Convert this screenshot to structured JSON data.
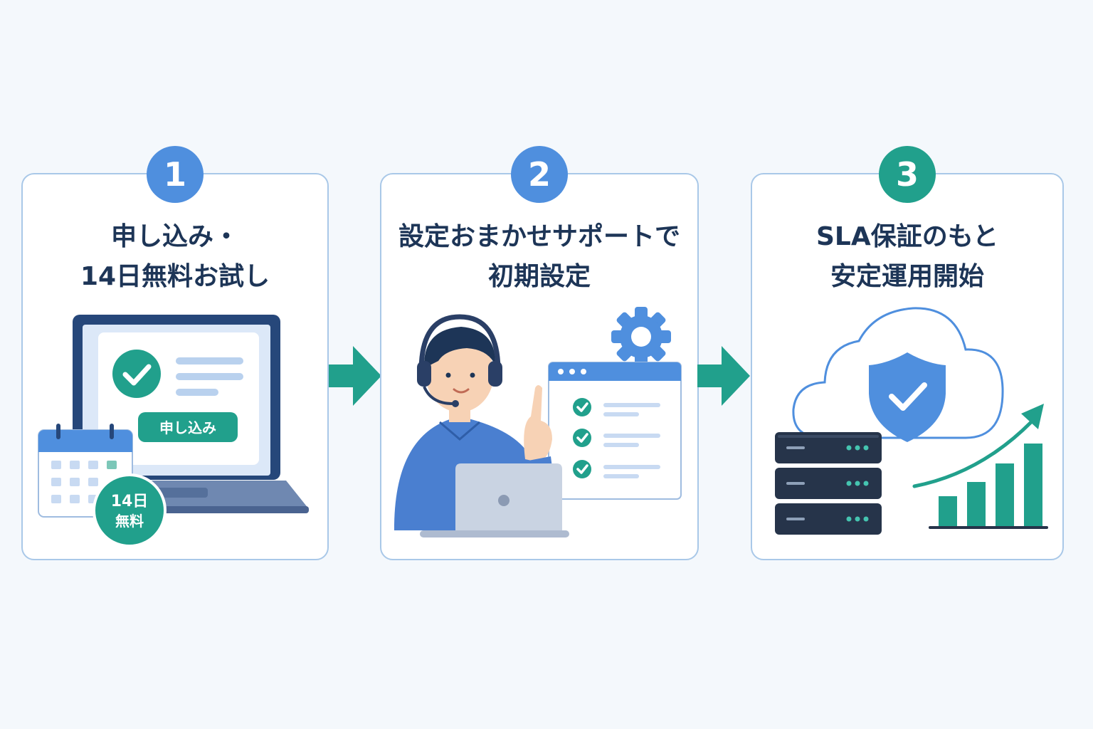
{
  "steps": [
    {
      "number": "1",
      "title_line1": "申し込み・",
      "title_line2": "14日無料お試し",
      "apply_button": "申し込み",
      "trial_badge_line1": "14日",
      "trial_badge_line2": "無料"
    },
    {
      "number": "2",
      "title_line1": "設定おまかせサポートで",
      "title_line2": "初期設定"
    },
    {
      "number": "3",
      "title_line1": "SLA保証のもと",
      "title_line2": "安定運用開始"
    }
  ],
  "colors": {
    "primary_blue": "#4f8fde",
    "navy": "#1d3557",
    "teal": "#21a08c",
    "card_border": "#a9c8e8",
    "background": "#f4f8fc"
  }
}
